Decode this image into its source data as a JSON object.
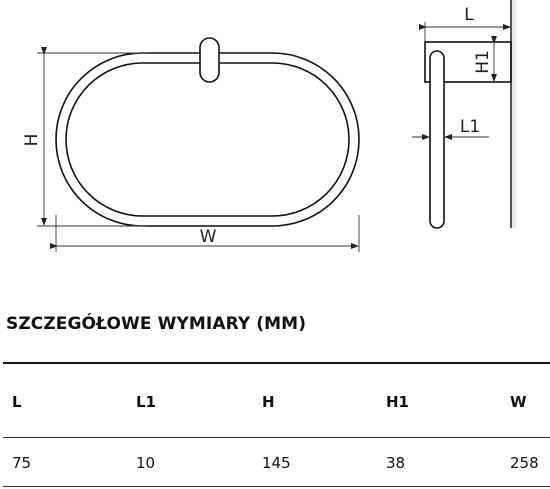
{
  "diagram": {
    "labels": {
      "L": "L",
      "H1": "H1",
      "L1": "L1",
      "H": "H",
      "W": "W"
    }
  },
  "section_title": "SZCZEGÓŁOWE WYMIARY (MM)",
  "table": {
    "headers": [
      "L",
      "L1",
      "H",
      "H1",
      "W"
    ],
    "values": [
      "75",
      "10",
      "145",
      "38",
      "258"
    ]
  }
}
